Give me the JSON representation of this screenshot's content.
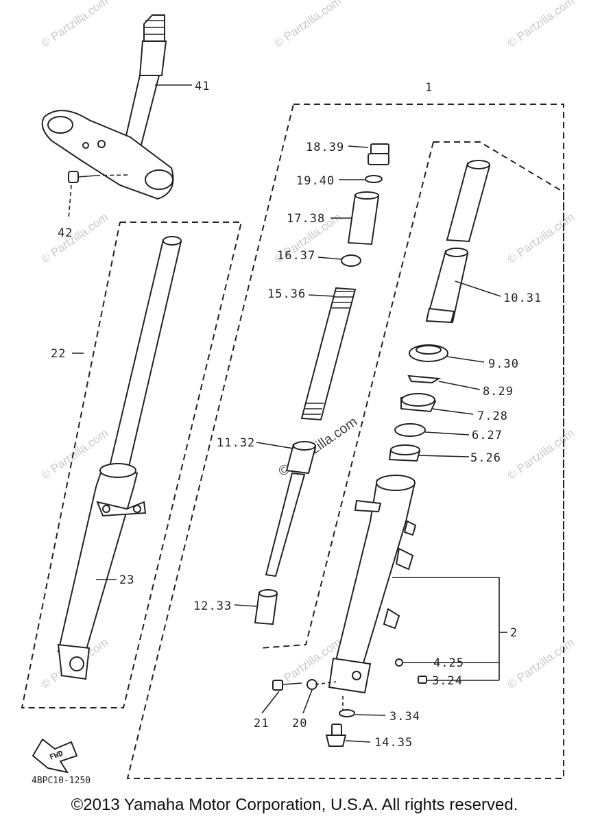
{
  "watermark_text": "© Partzilla.com",
  "labels": {
    "l1": "1",
    "l2": "2",
    "l41": "41",
    "l42": "42",
    "l22": "22",
    "l23": "23",
    "l18_39": "18.39",
    "l19_40": "19.40",
    "l17_38": "17.38",
    "l16_37": "16.37",
    "l15_36": "15.36",
    "l10_31": "10.31",
    "l9_30": "9.30",
    "l8_29": "8.29",
    "l7_28": "7.28",
    "l6_27": "6.27",
    "l5_26": "5.26",
    "l11_32": "11.32",
    "l12_33": "12.33",
    "l4_25": "4.25",
    "l3_24": "3.24",
    "l3_34": "3.34",
    "l14_35": "14.35",
    "l21": "21",
    "l20": "20"
  },
  "fwd_text": "FWD",
  "diagram_code": "4BPC10-1250",
  "copyright": "©2013  Yamaha Motor Corporation, U.S.A. All rights reserved."
}
